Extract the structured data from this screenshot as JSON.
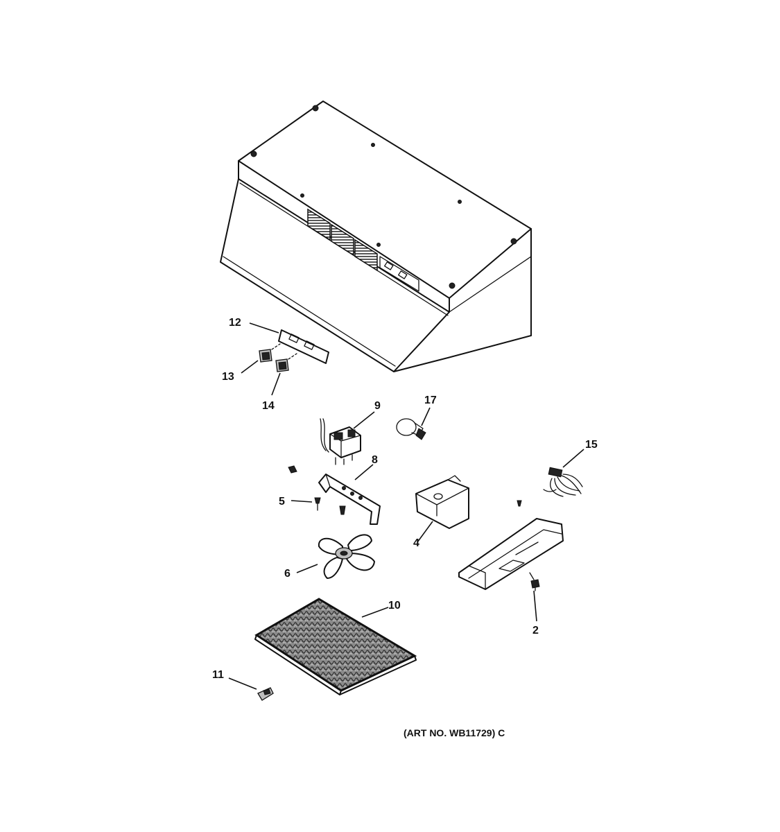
{
  "art_number": "(ART NO. WB11729) C",
  "callouts": {
    "range_hood_body": "",
    "screw_2": "2",
    "motor_housing_4": "4",
    "screw_5": "5",
    "fan_blade_6": "6",
    "motor_bracket_8": "8",
    "motor_9": "9",
    "grease_filter_10": "10",
    "filter_clip_11": "11",
    "switch_plate_12": "12",
    "switch_13": "13",
    "switch_14": "14",
    "wire_harness_15": "15",
    "light_bulb_17": "17"
  }
}
